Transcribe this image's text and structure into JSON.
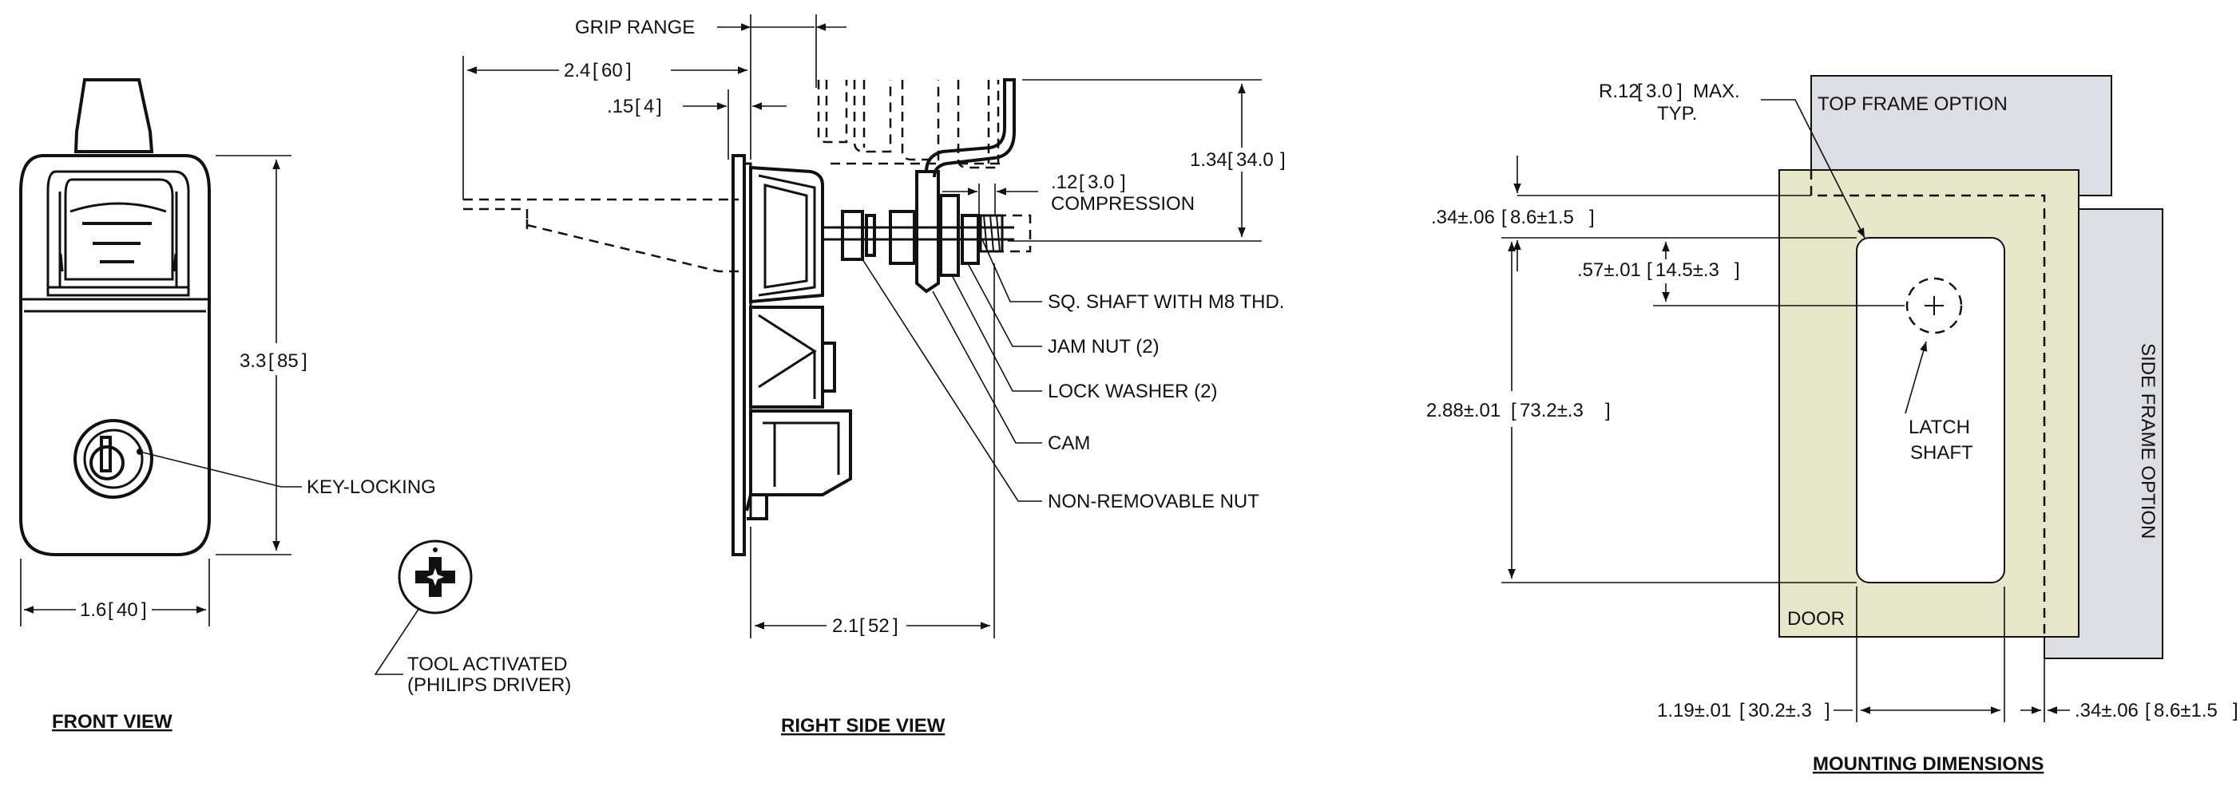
{
  "front_view": {
    "title": "FRONT VIEW",
    "dim_height": "3.3",
    "dim_height_metric": "85",
    "dim_width": "1.6",
    "dim_width_metric": "40",
    "key_label": "KEY-LOCKING"
  },
  "tool": {
    "line1": "TOOL ACTIVATED",
    "line2": "(PHILIPS DRIVER)"
  },
  "side_view": {
    "title": "RIGHT SIDE VIEW",
    "grip_range": "GRIP RANGE",
    "dim_top": "2.4",
    "dim_top_metric": "60",
    "dim_small": ".15",
    "dim_small_metric": "4",
    "dim_height": "1.34",
    "dim_height_metric": "34.0",
    "compression_value": ".12",
    "compression_metric": "3.0",
    "compression_label": "COMPRESSION",
    "callouts": [
      "SQ. SHAFT WITH M8 THD.",
      "JAM NUT (2)",
      "LOCK WASHER (2)",
      "CAM",
      "NON-REMOVABLE NUT"
    ],
    "dim_bottom": "2.1",
    "dim_bottom_metric": "52"
  },
  "mounting": {
    "title": "MOUNTING DIMENSIONS",
    "radius_line1": "R.12",
    "radius_metric": "3.0",
    "radius_suffix": "MAX.",
    "radius_line2": "TYP.",
    "top_frame": "TOP FRAME OPTION",
    "side_frame": "SIDE FRAME OPTION",
    "door": "DOOR",
    "latch_line1": "LATCH",
    "latch_line2": "SHAFT",
    "dim_top_offset": ".34±.06",
    "dim_top_offset_metric": "8.6±1.5",
    "dim_shaft": ".57±.01",
    "dim_shaft_metric": "14.5±.3",
    "dim_height": "2.88±.01",
    "dim_height_metric": "73.2±.3",
    "dim_width": "1.19±.01",
    "dim_width_metric": "30.2±.3",
    "dim_side_offset": ".34±.06",
    "dim_side_offset_metric": "8.6±1.5"
  },
  "colors": {
    "frame_gray": "#dcdee4",
    "door_fill": "#e6e6c8",
    "line": "#111111"
  }
}
